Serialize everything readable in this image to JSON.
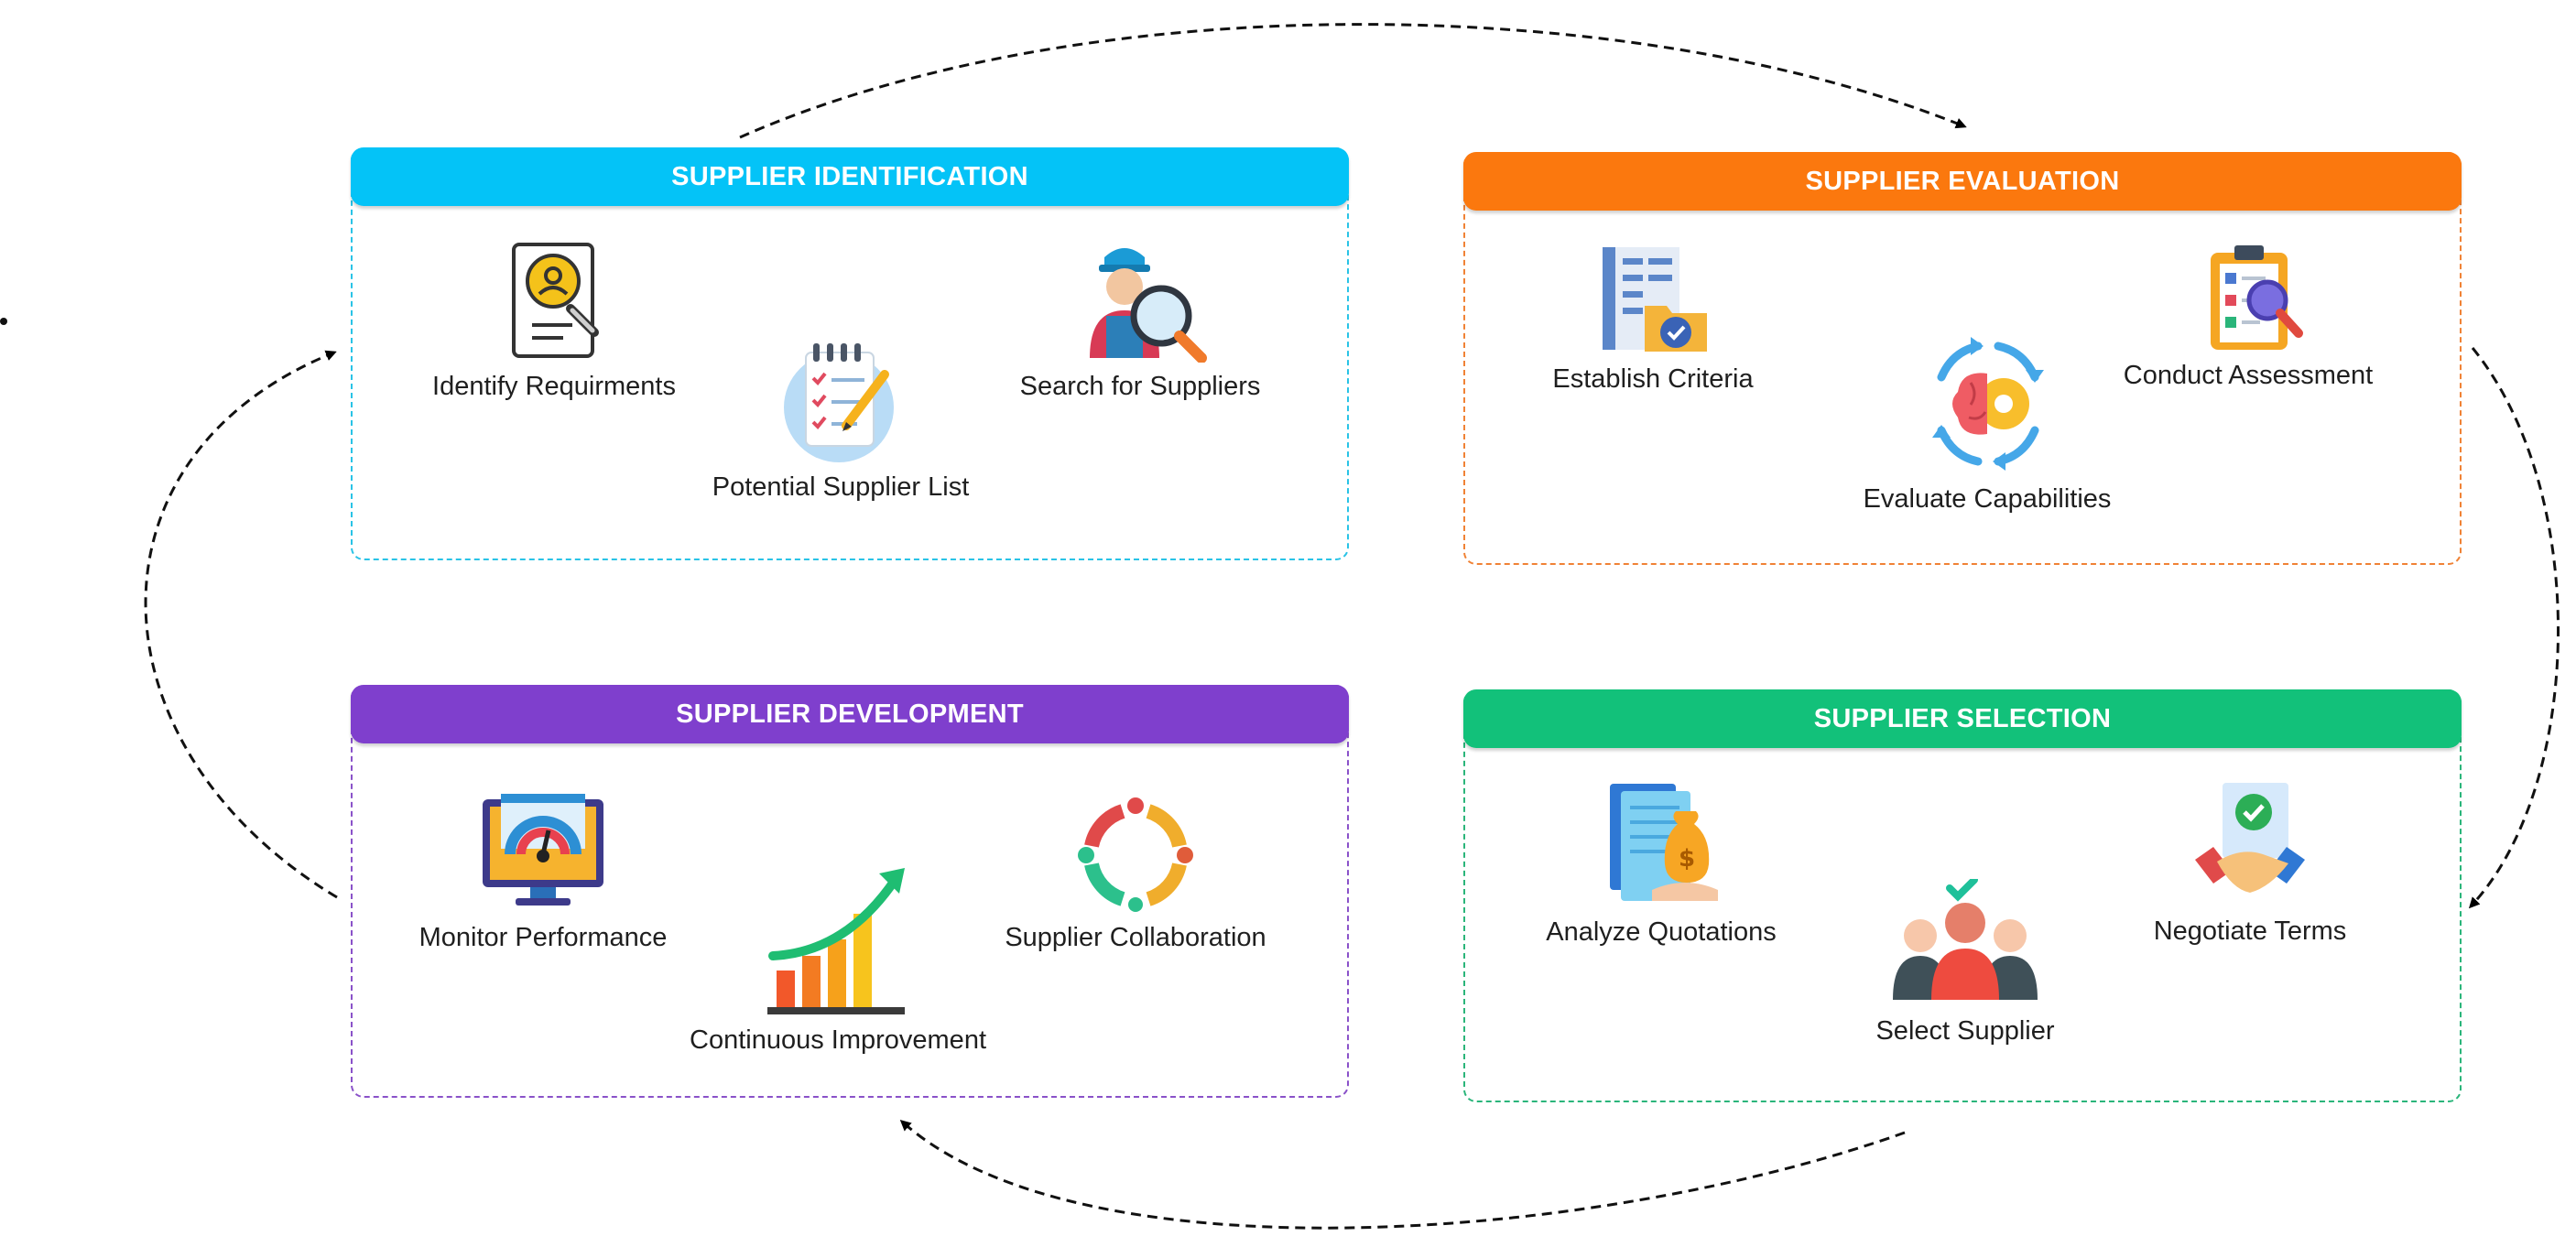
{
  "panels": {
    "identification": {
      "title": "SUPPLIER IDENTIFICATION",
      "color": "#04c3f7",
      "items": [
        "Identify Requirments",
        "Potential Supplier List",
        "Search for Suppliers"
      ]
    },
    "evaluation": {
      "title": "SUPPLIER EVALUATION",
      "color": "#fb780e",
      "items": [
        "Establish Criteria",
        "Evaluate Capabilities",
        "Conduct Assessment"
      ]
    },
    "development": {
      "title": "SUPPLIER DEVELOPMENT",
      "color": "#7f3fcd",
      "items": [
        "Monitor Performance",
        "Continuous Improvement",
        "Supplier Collaboration"
      ]
    },
    "selection": {
      "title": "SUPPLIER SELECTION",
      "color": "#12c17a",
      "items": [
        "Analyze Quotations",
        "Select Supplier",
        "Negotiate Terms"
      ]
    }
  },
  "icons": {
    "identification": [
      "id-document-search-icon",
      "checklist-notepad-icon",
      "worker-magnifier-icon"
    ],
    "evaluation": [
      "document-folder-check-icon",
      "brain-gear-cycle-icon",
      "clipboard-search-icon"
    ],
    "development": [
      "monitor-gauge-icon",
      "growth-bar-chart-icon",
      "team-collaboration-icon"
    ],
    "selection": [
      "quotation-money-icon",
      "selected-person-group-icon",
      "handshake-agreement-icon"
    ]
  },
  "flow": {
    "direction": "clockwise",
    "order": [
      "identification",
      "evaluation",
      "selection",
      "development"
    ]
  }
}
